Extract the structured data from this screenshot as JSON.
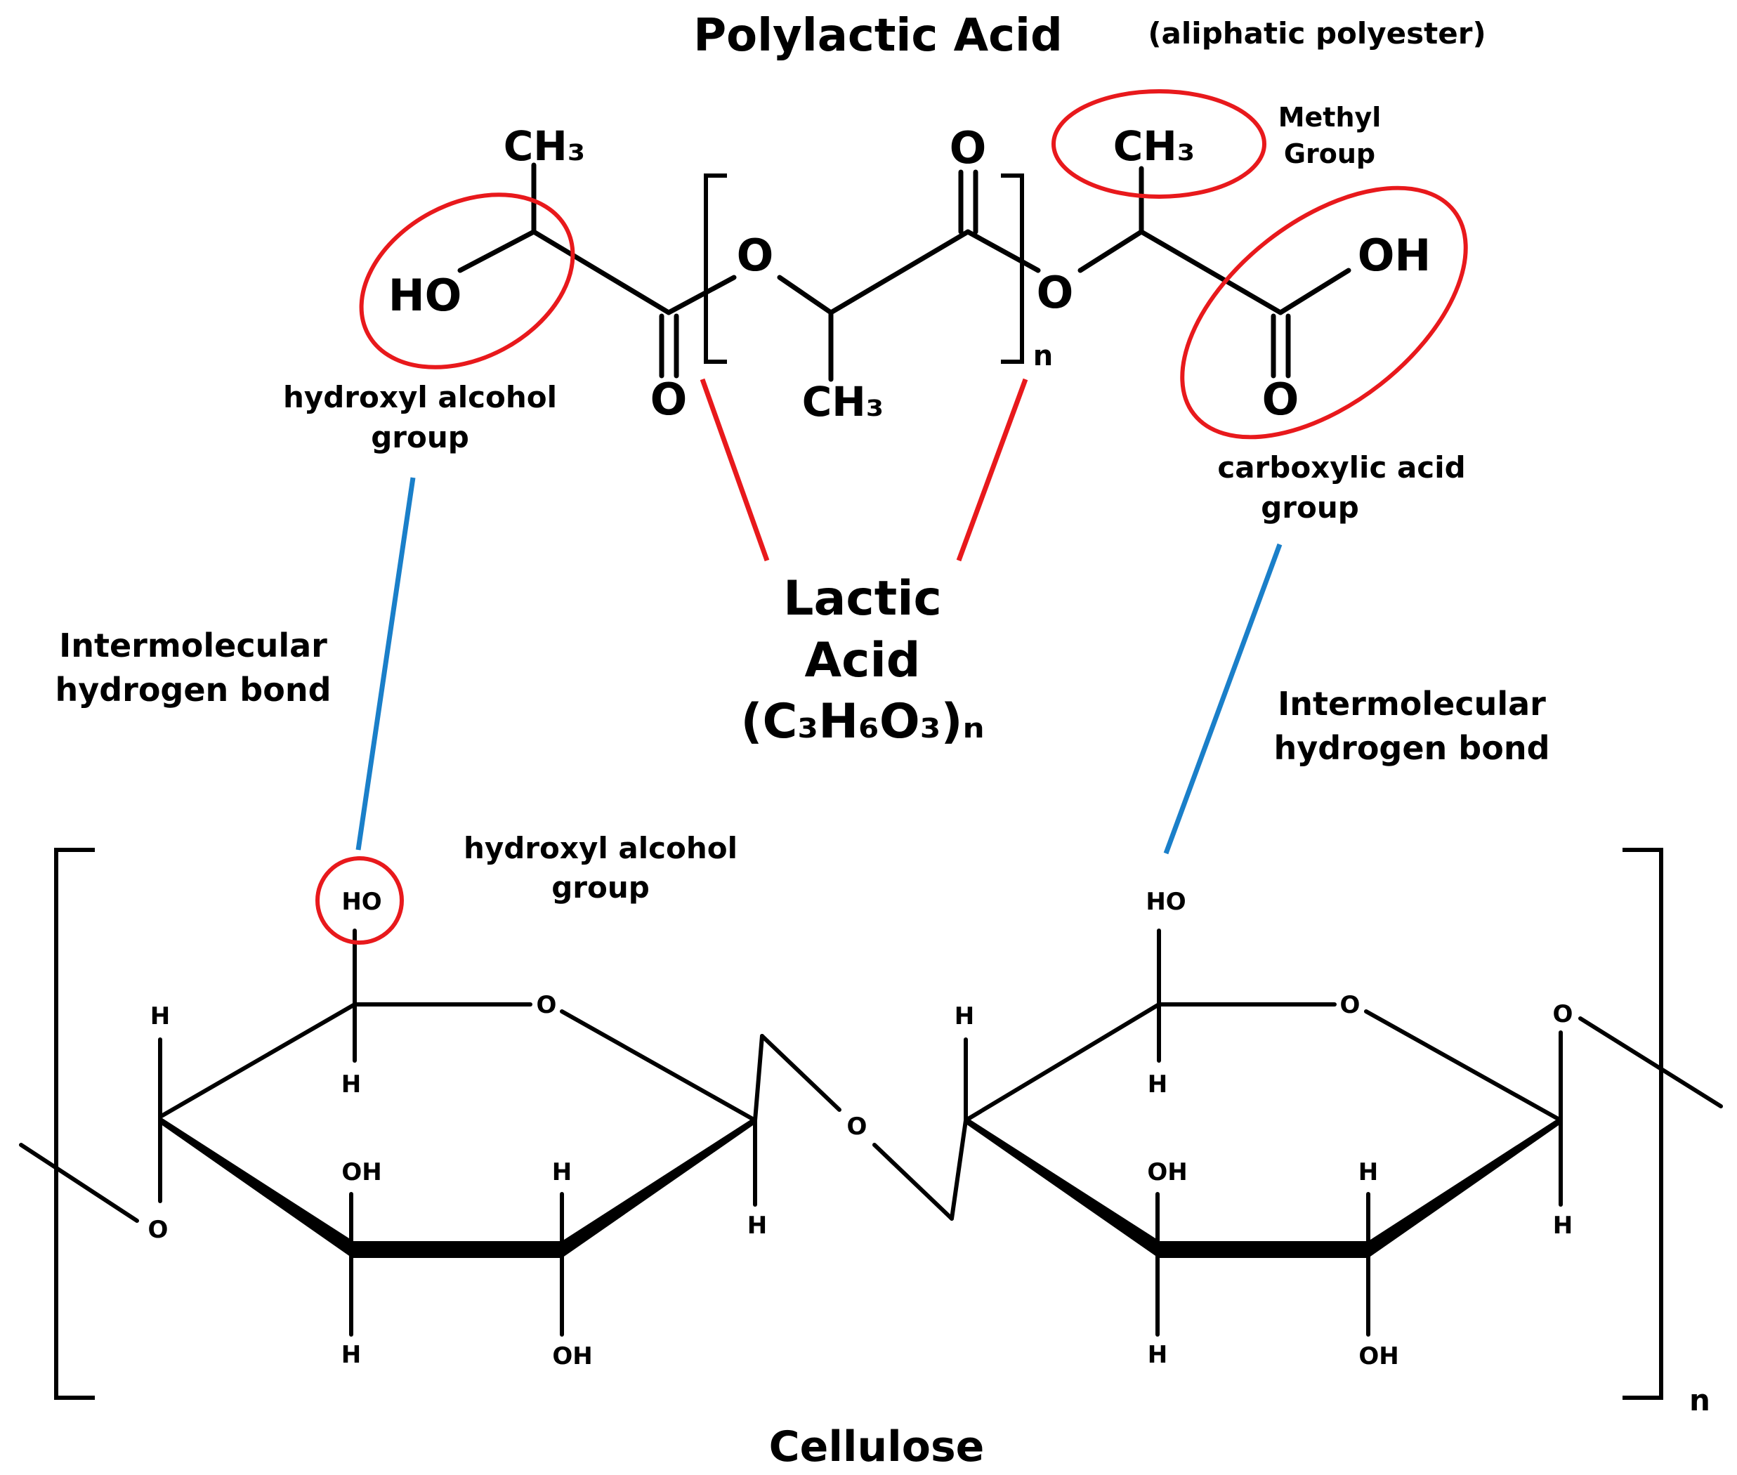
{
  "colors": {
    "highlight": "#e8191c",
    "hydrogen_bond": "#1a7fc9",
    "bond": "#000000",
    "text": "#000000"
  },
  "pla": {
    "title": "Polylactic Acid",
    "subtitle": "(aliphatic polyester)",
    "ch3": "CH₃",
    "ho": "HO",
    "oh": "OH",
    "o": "O",
    "n": "n",
    "methyl_group_line1": "Methyl",
    "methyl_group_line2": "Group",
    "hydroxyl_group_line1": "hydroxyl alcohol",
    "hydroxyl_group_line2": "group",
    "carboxylic_group_line1": "carboxylic acid",
    "carboxylic_group_line2": "group"
  },
  "lactic_acid": {
    "line1": "Lactic",
    "line2": "Acid",
    "formula": "(C₃H₆O₃)ₙ"
  },
  "hbond_left": {
    "line1": "Intermolecular",
    "line2": "hydrogen  bond"
  },
  "hbond_right": {
    "line1": "Intermolecular",
    "line2": "hydrogen  bond"
  },
  "cellulose": {
    "title": "Cellulose",
    "hydroxyl_group_line1": "hydroxyl alcohol",
    "hydroxyl_group_line2": "group",
    "ho": "HO",
    "oh": "OH",
    "h": "H",
    "o": "O",
    "n": "n"
  }
}
